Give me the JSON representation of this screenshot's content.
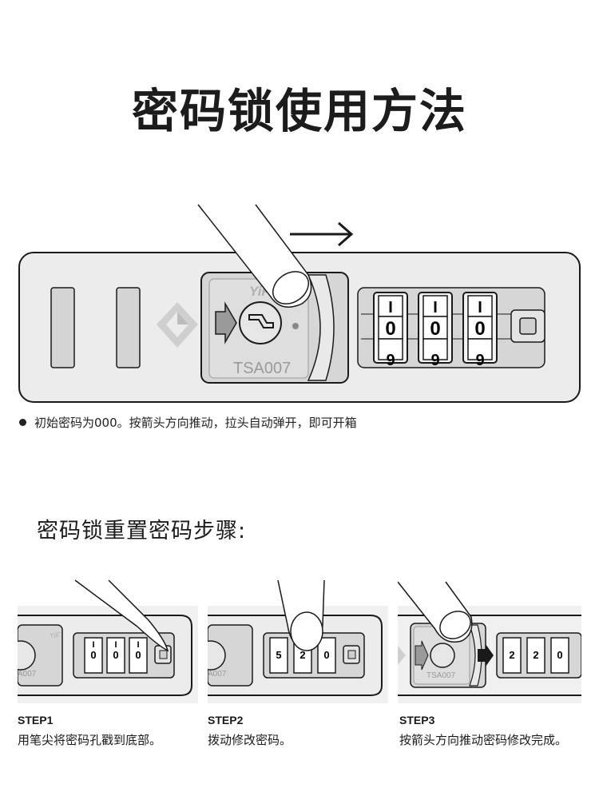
{
  "page": {
    "title": "密码锁使用方法",
    "note": "初始密码为000。按箭头方向推动，拉头自动弹开，即可开箱",
    "section_title": "密码锁重置密码步骤:"
  },
  "lock": {
    "badge": "TSA007",
    "brand_mark": "YiF",
    "main_digits": [
      "0",
      "0",
      "0"
    ],
    "step2_digits": [
      "5",
      "2",
      "0"
    ],
    "step3_digits": [
      "2",
      "2",
      "0"
    ]
  },
  "steps": [
    {
      "label": "STEP1",
      "desc": "用笔尖将密码孔戳到底部。"
    },
    {
      "label": "STEP2",
      "desc": "拨动修改密码。"
    },
    {
      "label": "STEP3",
      "desc": "按箭头方向推动密码修改完成。"
    }
  ],
  "colors": {
    "body": "#e9e9e9",
    "panel": "#d6d6d6",
    "stroke": "#1a1a1a",
    "badge": "#9a9a9a"
  },
  "icons": [
    "right-arrow-icon",
    "finger-icon",
    "pen-icon",
    "tsa-diamond-icon",
    "lock-button-icon"
  ]
}
